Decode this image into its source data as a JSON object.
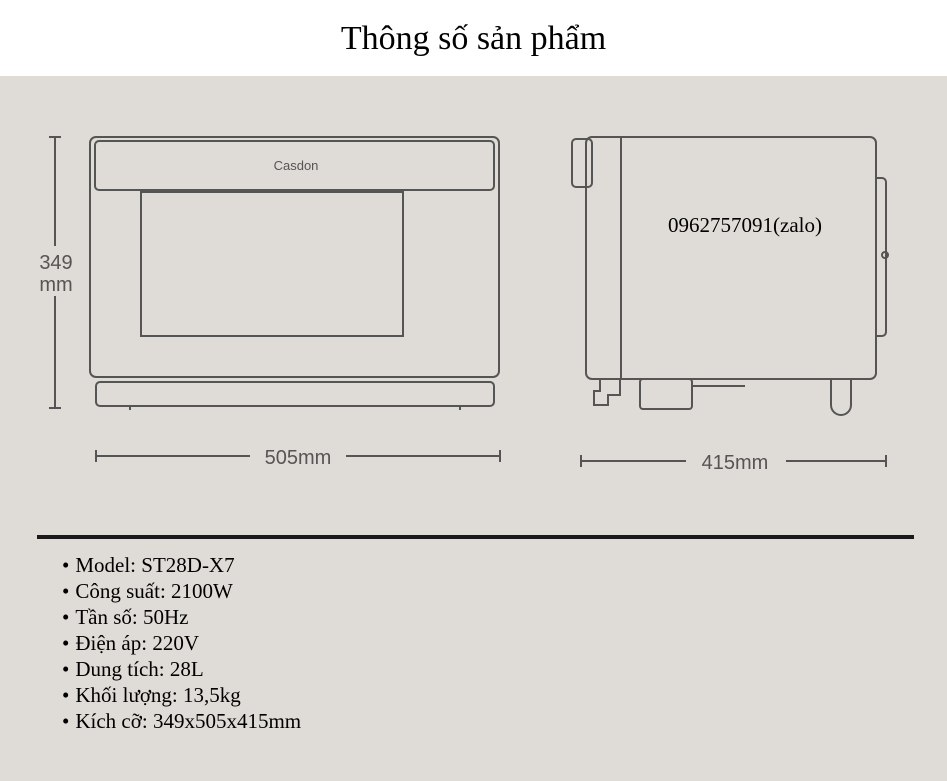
{
  "title": "Thông số sản phẩm",
  "diagram": {
    "brand": "Casdon",
    "height_label_value": "349",
    "height_label_unit": "mm",
    "width_label": "505mm",
    "depth_label": "415mm",
    "phone": "0962757091(zalo)"
  },
  "specs": [
    "Model: ST28D-X7",
    "Công suất: 2100W",
    "Tần số: 50Hz",
    "Điện áp: 220V",
    "Dung tích: 28L",
    "Khối lượng: 13,5kg",
    "Kích cỡ: 349x505x415mm"
  ],
  "colors": {
    "panel_background": "#dfdbd6",
    "line": "#555555",
    "divider": "#1a1a1a"
  }
}
